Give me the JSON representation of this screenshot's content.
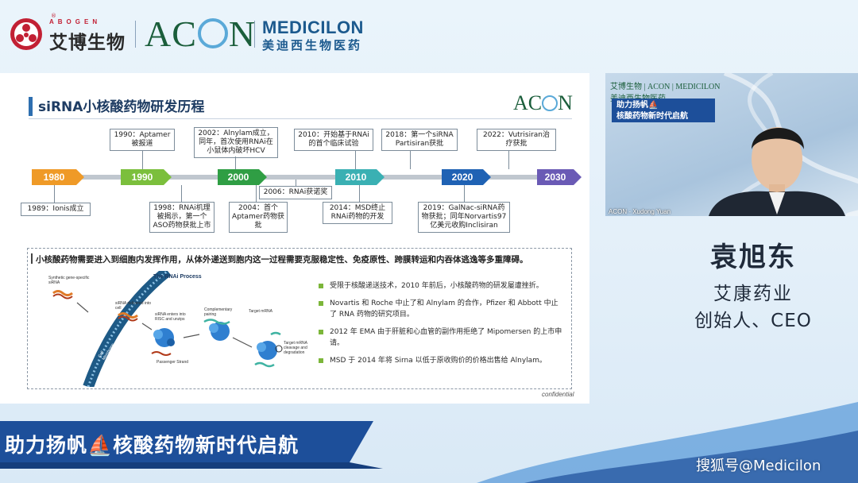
{
  "header": {
    "abogen_en": "ABOGEN",
    "abogen_reg": "®",
    "abogen_cn": "艾博生物",
    "acon_pre": "AC",
    "acon_post": "N",
    "medicilon_en": "MEDICILON",
    "medicilon_cn": "美迪西生物医药"
  },
  "slide": {
    "title_pre": "siRNA小核酸药物研发历程",
    "logo_pre": "AC",
    "logo_post": "N",
    "timeline": {
      "eras": [
        {
          "label": "1980",
          "color": "#ef9a27"
        },
        {
          "label": "1990",
          "color": "#7bbf3c"
        },
        {
          "label": "2000",
          "color": "#2f9e44"
        },
        {
          "label": "2010",
          "color": "#3ab0b3"
        },
        {
          "label": "2020",
          "color": "#1f62b4"
        },
        {
          "label": "2030",
          "color": "#6a5ab5"
        }
      ],
      "events": [
        {
          "id": "e1990",
          "text": "1990：Aptamer 被报道"
        },
        {
          "id": "e2002",
          "text": "2002：Alnylam成立，同年，首次使用RNAi在小鼠体内破坏HCV"
        },
        {
          "id": "e2010",
          "text": "2010：开始基于RNAi的首个临床试验"
        },
        {
          "id": "e2018",
          "text": "2018：第一个siRNA Partisiran获批"
        },
        {
          "id": "e2022",
          "text": "2022：Vutrisiran治疗获批"
        },
        {
          "id": "e1989",
          "text": "1989：Ionis成立"
        },
        {
          "id": "e1998",
          "text": "1998：RNAi机理被揭示，第一个ASO药物获批上市"
        },
        {
          "id": "e2004",
          "text": "2004：首个Aptamer药物获批"
        },
        {
          "id": "e2006",
          "text": "2006：RNAi获诺奖"
        },
        {
          "id": "e2014",
          "text": "2014：MSD终止RNAi药物的开发"
        },
        {
          "id": "e2019",
          "text": "2019：GalNac-siRNA药物获批；同年Norvartis97亿美元收购Inclisiran"
        }
      ]
    },
    "panel": {
      "heading": "小核酸药物需要进入到细胞内发挥作用，从体外递送到胞内这一过程需要克服稳定性、免疫原性、跨膜转运和内吞体逃逸等多重障碍。",
      "figure": {
        "title": "The RNAi Process",
        "labels": {
          "synthetic": "Synthetic gene-specific siRNA",
          "membrane": "Cell Membrane",
          "delivered": "siRNA delivered into cell",
          "enters": "siRNA enters into RISC and unzips",
          "complementary": "Complementary pairing",
          "target": "Target mRNA",
          "cleavage": "Target mRNA cleavage and degradation",
          "passenger": "Passenger Strand"
        }
      },
      "bullets": [
        "受限于核酸递送技术，2010 年前后，小核酸药物的研发屡遭挫折。",
        "Novartis 和 Roche 中止了和 Alnylam 的合作，Pfizer 和 Abbott 中止了 RNA 药物的研究项目。",
        "2012 年 EMA 由于肝脏和心血管的副作用拒绝了 Mipomersen 的上市申请。",
        "MSD 于 2014 年将 Sirna 以低于原收购价的价格出售给 Alnylam。"
      ]
    },
    "confidential": "confidential"
  },
  "webcam": {
    "logos": "艾博生物 | ACON | MEDICILON 美迪西生物医药",
    "banner_line1": "助力扬帆⛵",
    "banner_line2": "核酸药物新时代启航",
    "nameplate": "ACON - Xudong Yuan"
  },
  "speaker": {
    "name": "袁旭东",
    "company": "艾康药业",
    "title": "创始人、CEO"
  },
  "footer": {
    "banner": "助力扬帆⛵核酸药物新时代启航",
    "watermark": "搜狐号@Medicilon"
  },
  "colors": {
    "brand_blue": "#1d4f9a",
    "acon_green": "#1b5e3b",
    "abogen_red": "#c22034",
    "bullet_green": "#7cb63a"
  }
}
